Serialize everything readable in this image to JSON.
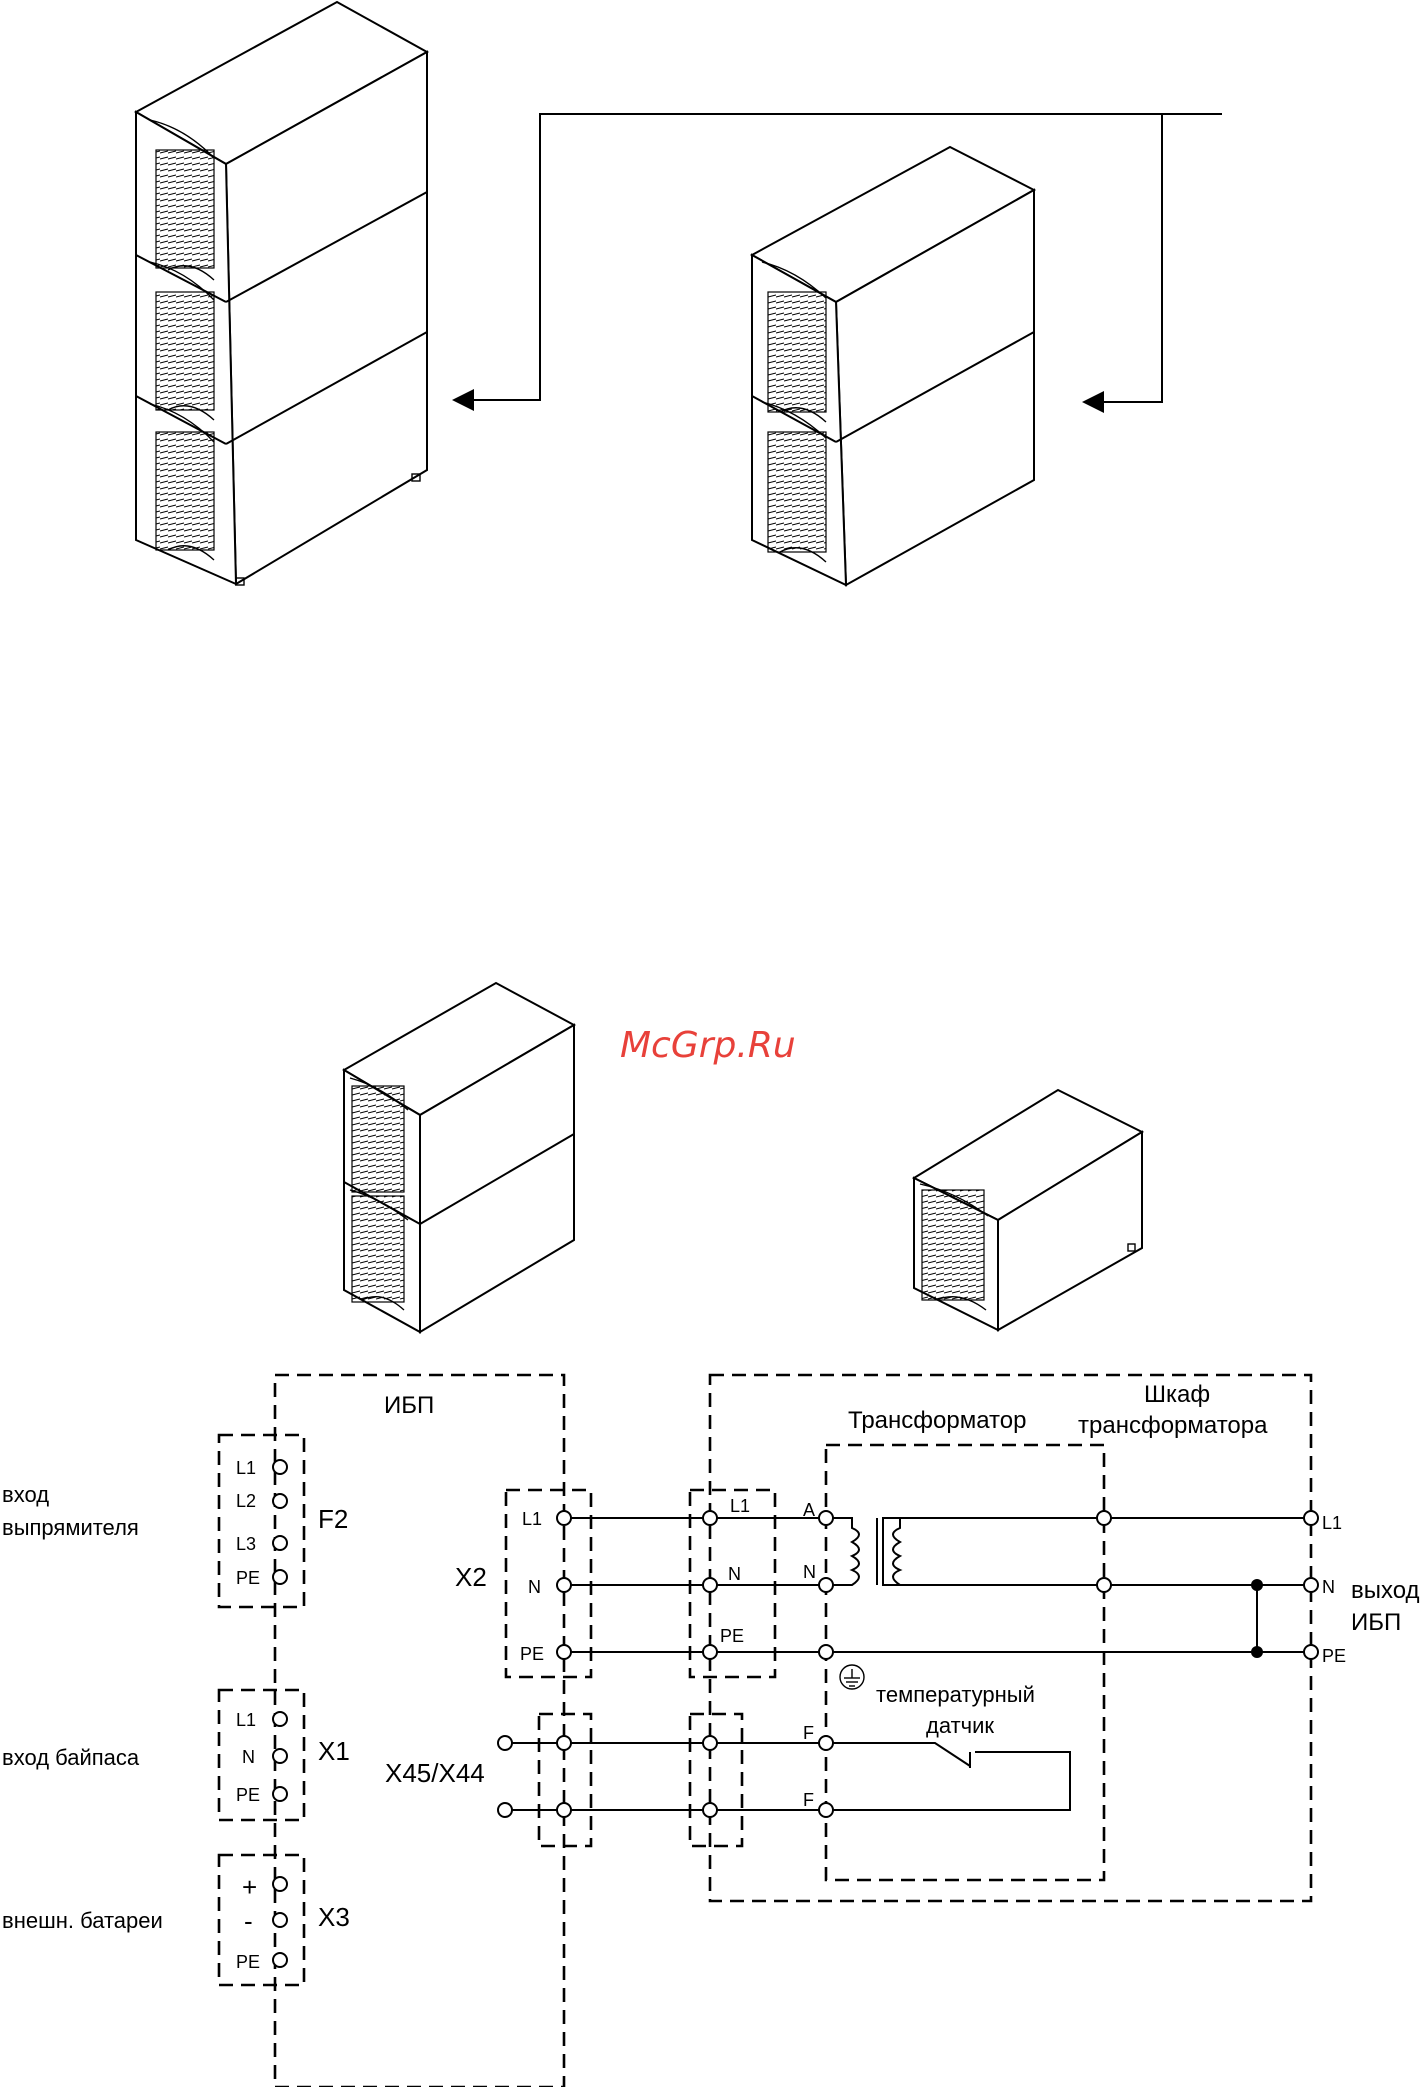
{
  "watermark": "McGrp.Ru",
  "ups_box": {
    "title": "ИБП"
  },
  "transformer_box": {
    "title_line1": "Шкаф",
    "title_line2": "трансформатора"
  },
  "transformer_label": "Трансформатор",
  "inputs": {
    "rectifier": {
      "line1": "вход",
      "line2": "выпрямителя",
      "block": "F2",
      "terminals": [
        "L1",
        "L2",
        "L3",
        "PE"
      ]
    },
    "bypass": {
      "label": "вход байпаса",
      "block": "X1",
      "terminals": [
        "L1",
        "N",
        "PE"
      ]
    },
    "battery": {
      "label": "внешн. батареи",
      "block": "X3",
      "terminals": [
        "+",
        "-",
        "PE"
      ]
    }
  },
  "x2": {
    "label": "X2",
    "terminals": [
      "L1",
      "N",
      "PE"
    ]
  },
  "x45": {
    "label": "X45/X44"
  },
  "cabinet_terminals": [
    "L1",
    "N",
    "PE"
  ],
  "transformer_pins": [
    "A",
    "N"
  ],
  "sensor_pins": [
    "F",
    "F"
  ],
  "sensor_label": {
    "line1": "температурный",
    "line2": "датчик"
  },
  "output": {
    "terminals": [
      "L1",
      "N",
      "PE"
    ],
    "line1": "выход",
    "line2": "ИБП"
  }
}
